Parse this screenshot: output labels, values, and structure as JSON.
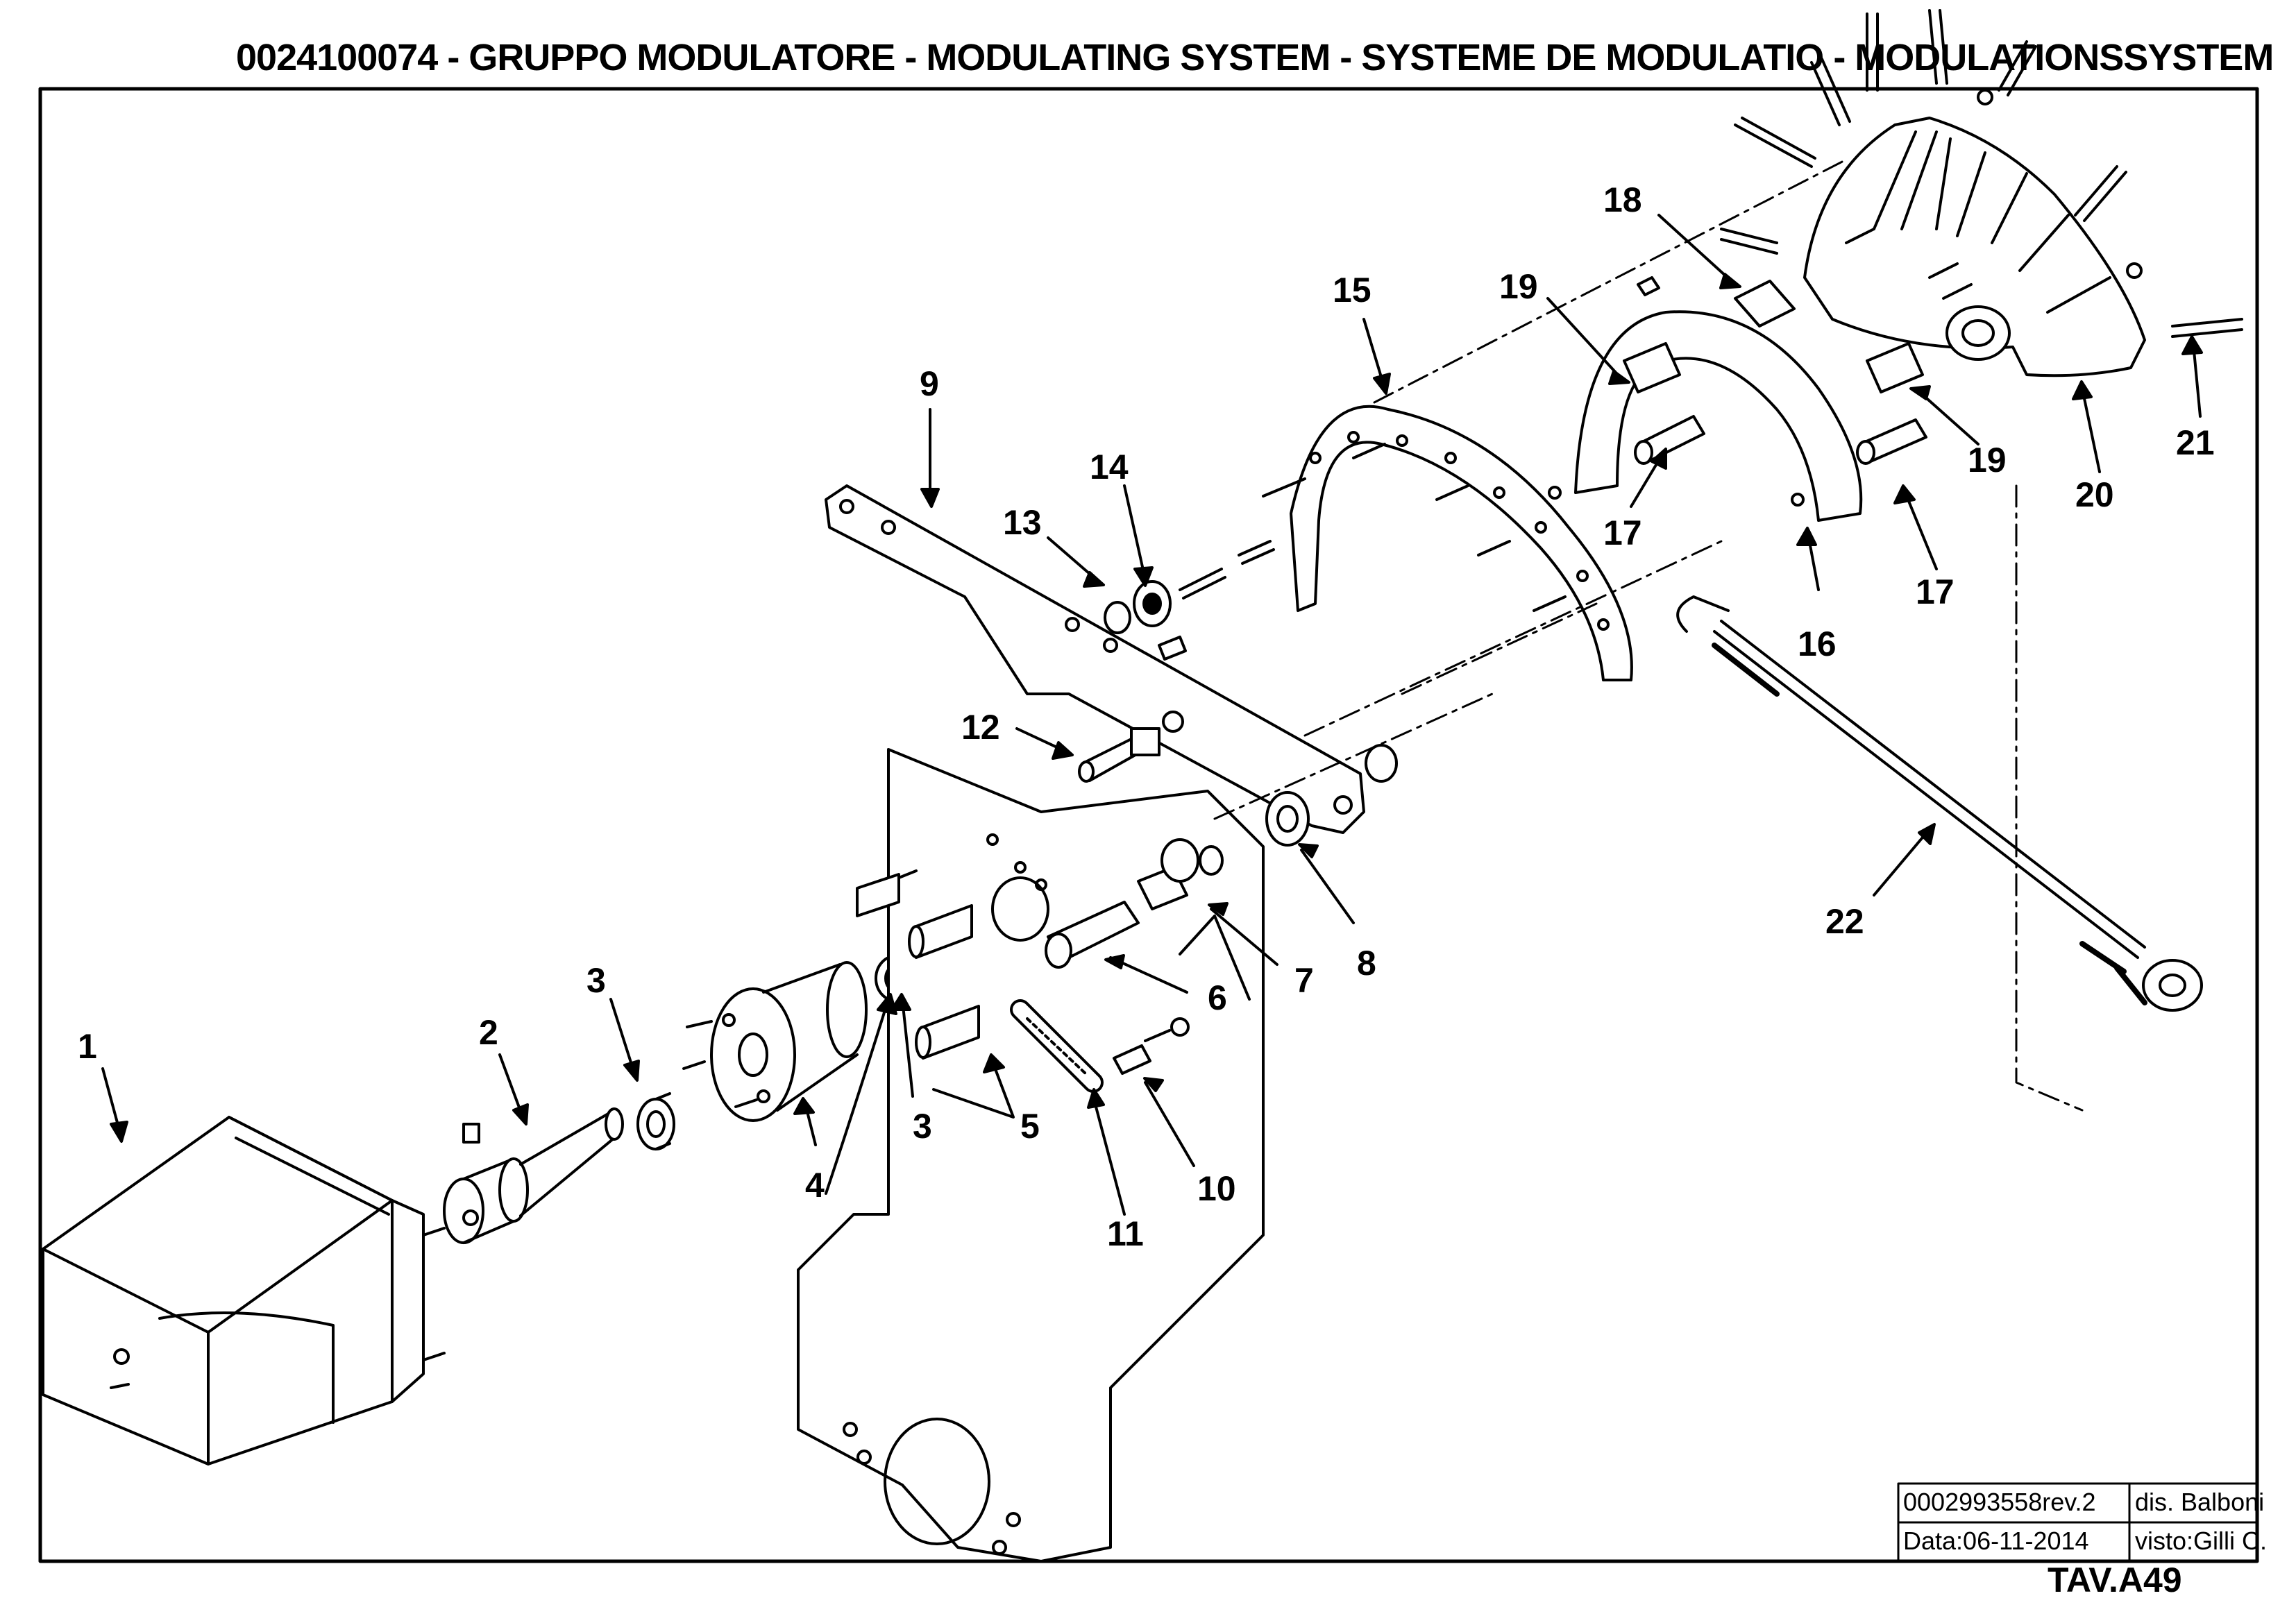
{
  "title": "0024100074 - GRUPPO MODULATORE - MODULATING SYSTEM - SYSTEME DE MODULATIO - MODULATIONSSYSTEM",
  "part_labels": [
    "1",
    "2",
    "3",
    "3",
    "4",
    "5",
    "6",
    "7",
    "8",
    "9",
    "10",
    "11",
    "12",
    "13",
    "14",
    "15",
    "16",
    "17",
    "17",
    "18",
    "19",
    "19",
    "20",
    "21",
    "22"
  ],
  "title_block": {
    "drawing_number": "0002993558rev.2",
    "drawn_by": "dis. Balboni",
    "date": "Data:06-11-2014",
    "checked_by": "visto:Gilli C."
  },
  "plate_id": "TAV.A49"
}
